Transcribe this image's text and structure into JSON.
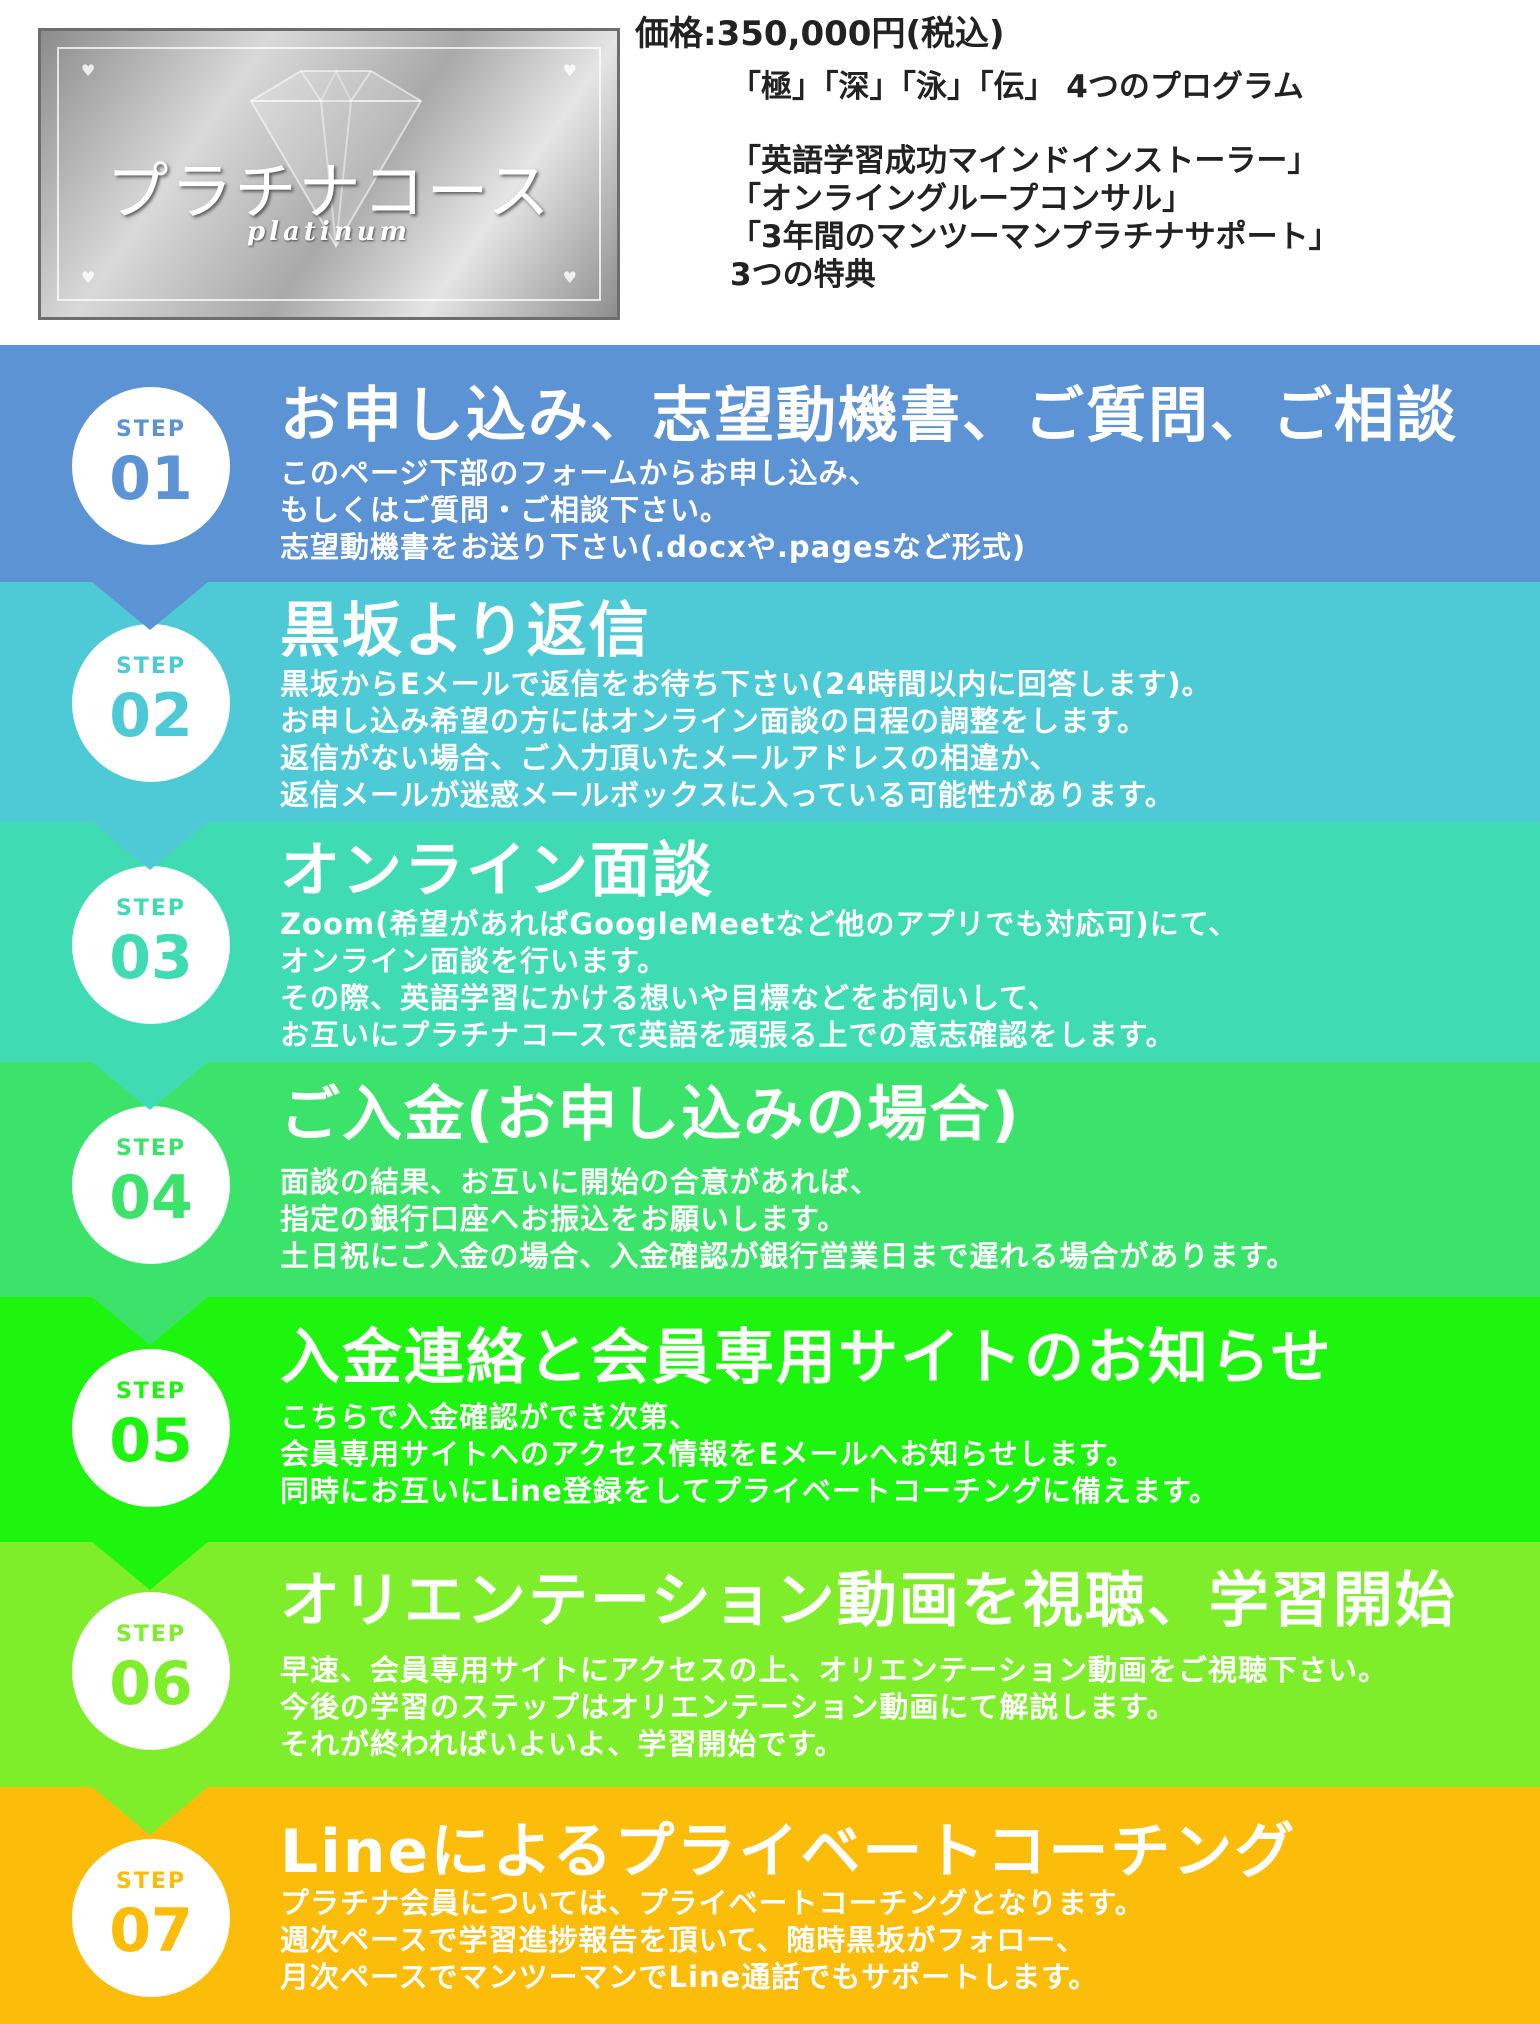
{
  "header": {
    "card_name": "プラチナコース",
    "card_sub": "platinum",
    "price": "価格:350,000円(税込)",
    "programs": "「極」「深」「泳」「伝」 4つのプログラム",
    "benefits": [
      "「英語学習成功マインドインストーラー」",
      "「オンライングループコンサル」",
      "「3年間のマンツーマンプラチナサポート」",
      "3つの特典"
    ]
  },
  "step_word": "STEP",
  "steps": [
    {
      "num": "01",
      "color": "#5b93d4",
      "title": "お申し込み、志望動機書、ご質問、ご相談",
      "lines": [
        "このページ下部のフォームからお申し込み、",
        "もしくはご質問・ご相談下さい。",
        "志望動機書をお送り下さい(.docxや.pagesなど形式)"
      ]
    },
    {
      "num": "02",
      "color": "#4ecad6",
      "title": "黒坂より返信",
      "lines": [
        "黒坂からEメールで返信をお待ち下さい(24時間以内に回答します)。",
        "お申し込み希望の方にはオンライン面談の日程の調整をします。",
        "返信がない場合、ご入力頂いたメールアドレスの相違か、",
        "返信メールが迷惑メールボックスに入っている可能性があります。"
      ]
    },
    {
      "num": "03",
      "color": "#3fdbb3",
      "title": "オンライン面談",
      "lines": [
        "Zoom(希望があればGoogleMeetなど他のアプリでも対応可)にて、",
        "オンライン面談を行います。",
        "その際、英語学習にかける想いや目標などをお伺いして、",
        "お互いにプラチナコースで英語を頑張る上での意志確認をします。"
      ]
    },
    {
      "num": "04",
      "color": "#3ce36b",
      "title": "ご入金(お申し込みの場合)",
      "lines": [
        "面談の結果、お互いに開始の合意があれば、",
        "指定の銀行口座へお振込をお願いします。",
        "土日祝にご入金の場合、入金確認が銀行営業日まで遅れる場合があります。"
      ]
    },
    {
      "num": "05",
      "color": "#1ef50f",
      "title": "入金連絡と会員専用サイトのお知らせ",
      "lines": [
        "こちらで入金確認ができ次第、",
        "会員専用サイトへのアクセス情報をEメールへお知らせします。",
        "同時にお互いにLine登録をしてプライベートコーチングに備えます。"
      ]
    },
    {
      "num": "06",
      "color": "#7fee2a",
      "title": "オリエンテーション動画を視聴、学習開始",
      "lines": [
        "早速、会員専用サイトにアクセスの上、オリエンテーション動画をご視聴下さい。",
        "今後の学習のステップはオリエンテーション動画にて解説します。",
        "それが終わればいよいよ、学習開始です。"
      ]
    },
    {
      "num": "07",
      "color": "#fcbc0a",
      "title": "Lineによるプライベートコーチング",
      "lines": [
        "プラチナ会員については、プライベートコーチングとなります。",
        "週次ペースで学習進捗報告を頂いて、随時黒坂がフォロー、",
        "月次ペースでマンツーマンでLine通話でもサポートします。"
      ]
    }
  ]
}
